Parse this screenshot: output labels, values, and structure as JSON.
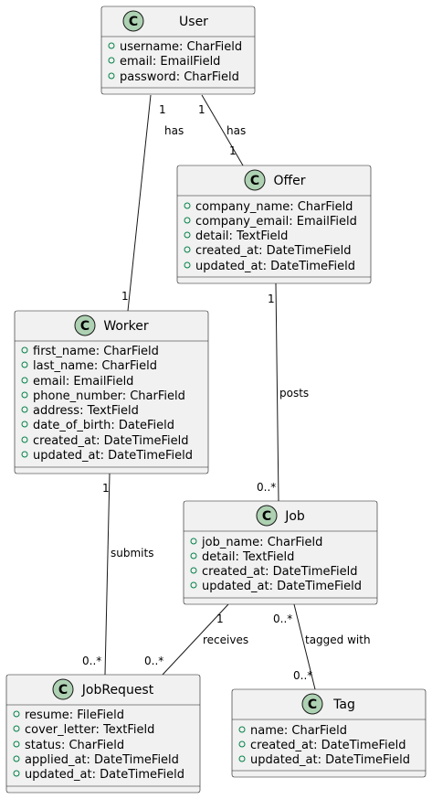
{
  "diagram": {
    "type": "uml-class-diagram",
    "classes": [
      {
        "name": "User",
        "stereotype_letter": "C",
        "attributes": [
          "username: CharField",
          "email: EmailField",
          "password: CharField"
        ]
      },
      {
        "name": "Offer",
        "stereotype_letter": "C",
        "attributes": [
          "company_name: CharField",
          "company_email: EmailField",
          "detail: TextField",
          "created_at: DateTimeField",
          "updated_at: DateTimeField"
        ]
      },
      {
        "name": "Worker",
        "stereotype_letter": "C",
        "attributes": [
          "first_name: CharField",
          "last_name: CharField",
          "email: EmailField",
          "phone_number: CharField",
          "address: TextField",
          "date_of_birth: DateField",
          "created_at: DateTimeField",
          "updated_at: DateTimeField"
        ]
      },
      {
        "name": "Job",
        "stereotype_letter": "C",
        "attributes": [
          "job_name: CharField",
          "detail: TextField",
          "created_at: DateTimeField",
          "updated_at: DateTimeField"
        ]
      },
      {
        "name": "JobRequest",
        "stereotype_letter": "C",
        "attributes": [
          "resume: FileField",
          "cover_letter: TextField",
          "status: CharField",
          "applied_at: DateTimeField",
          "updated_at: DateTimeField"
        ]
      },
      {
        "name": "Tag",
        "stereotype_letter": "C",
        "attributes": [
          "name: CharField",
          "created_at: DateTimeField",
          "updated_at: DateTimeField"
        ]
      }
    ],
    "relations": [
      {
        "from": "User",
        "to": "Worker",
        "label": "has",
        "from_mult": "1",
        "to_mult": "1"
      },
      {
        "from": "User",
        "to": "Offer",
        "label": "has",
        "from_mult": "1",
        "to_mult": "1"
      },
      {
        "from": "Offer",
        "to": "Job",
        "label": "posts",
        "from_mult": "1",
        "to_mult": "0..*"
      },
      {
        "from": "Worker",
        "to": "JobRequest",
        "label": "submits",
        "from_mult": "1",
        "to_mult": "0..*"
      },
      {
        "from": "Job",
        "to": "JobRequest",
        "label": "receives",
        "from_mult": "1",
        "to_mult": "0..*"
      },
      {
        "from": "Job",
        "to": "Tag",
        "label": "tagged with",
        "from_mult": "0..*",
        "to_mult": "0..*"
      }
    ]
  }
}
